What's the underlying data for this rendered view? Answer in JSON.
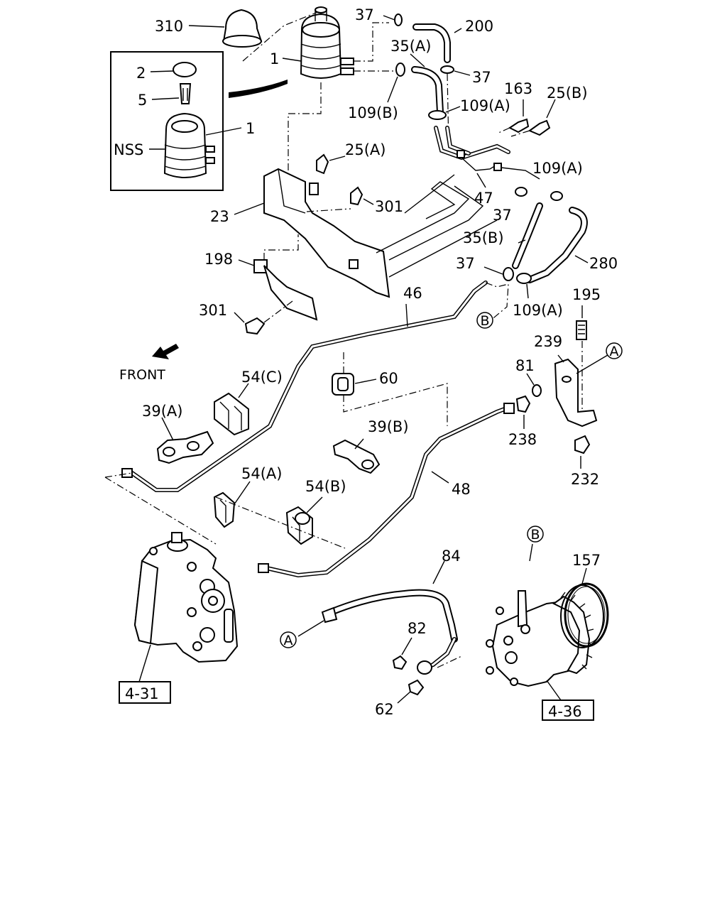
{
  "labels": {
    "p310": "310",
    "p1_top": "1",
    "p37_a": "37",
    "p200": "200",
    "p35a": "35(A)",
    "p37_b": "37",
    "p109b": "109(B)",
    "p109a_1": "109(A)",
    "p163": "163",
    "p25b": "25(B)",
    "p2": "2",
    "p5": "5",
    "pNSS": "NSS",
    "p1_inset": "1",
    "p25a": "25(A)",
    "p109a_2": "109(A)",
    "p47": "47",
    "p301_a": "301",
    "p37_c": "37",
    "p23": "23",
    "p35b": "35(B)",
    "p280": "280",
    "p198": "198",
    "p37_d": "37",
    "p46": "46",
    "p109a_3": "109(A)",
    "p195": "195",
    "p301_b": "301",
    "p239": "239",
    "front": "FRONT",
    "p81": "81",
    "p54c": "54(C)",
    "p60": "60",
    "p39a": "39(A)",
    "p39b": "39(B)",
    "p238": "238",
    "p232": "232",
    "p54a": "54(A)",
    "p54b": "54(B)",
    "p48": "48",
    "p84": "84",
    "p157": "157",
    "p82": "82",
    "p62": "62",
    "ref_431": "4-31",
    "ref_436": "4-36",
    "conn_a1": "A",
    "conn_a2": "A",
    "conn_b1": "B",
    "conn_b2": "B"
  }
}
